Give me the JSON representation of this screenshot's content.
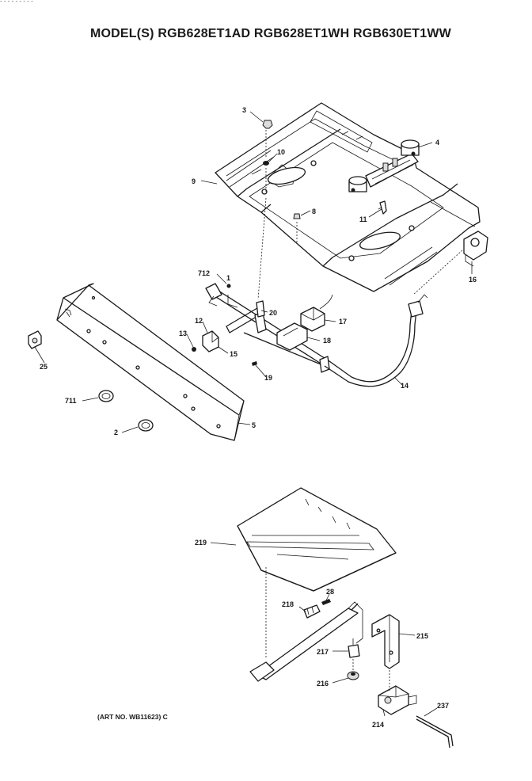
{
  "header": {
    "top_mark": "- - - -   - - - -              -",
    "model_title": "MODEL(S) RGB628ET1AD  RGB628ET1WH  RGB630ET1WW"
  },
  "footer": {
    "art_no": "(ART NO. WB11623) C"
  },
  "part_labels": {
    "p3": "3",
    "p10": "10",
    "p4": "4",
    "p9": "9",
    "p8": "8",
    "p11": "11",
    "p16": "16",
    "p712": "712",
    "p1": "1",
    "p20": "20",
    "p17": "17",
    "p18": "18",
    "p12": "12",
    "p13": "13",
    "p15": "15",
    "p19": "19",
    "p14": "14",
    "p25": "25",
    "p711": "711",
    "p2": "2",
    "p5": "5",
    "p219": "219",
    "p28": "28",
    "p218": "218",
    "p215": "215",
    "p217": "217",
    "p216": "216",
    "p214": "214",
    "p237": "237"
  }
}
